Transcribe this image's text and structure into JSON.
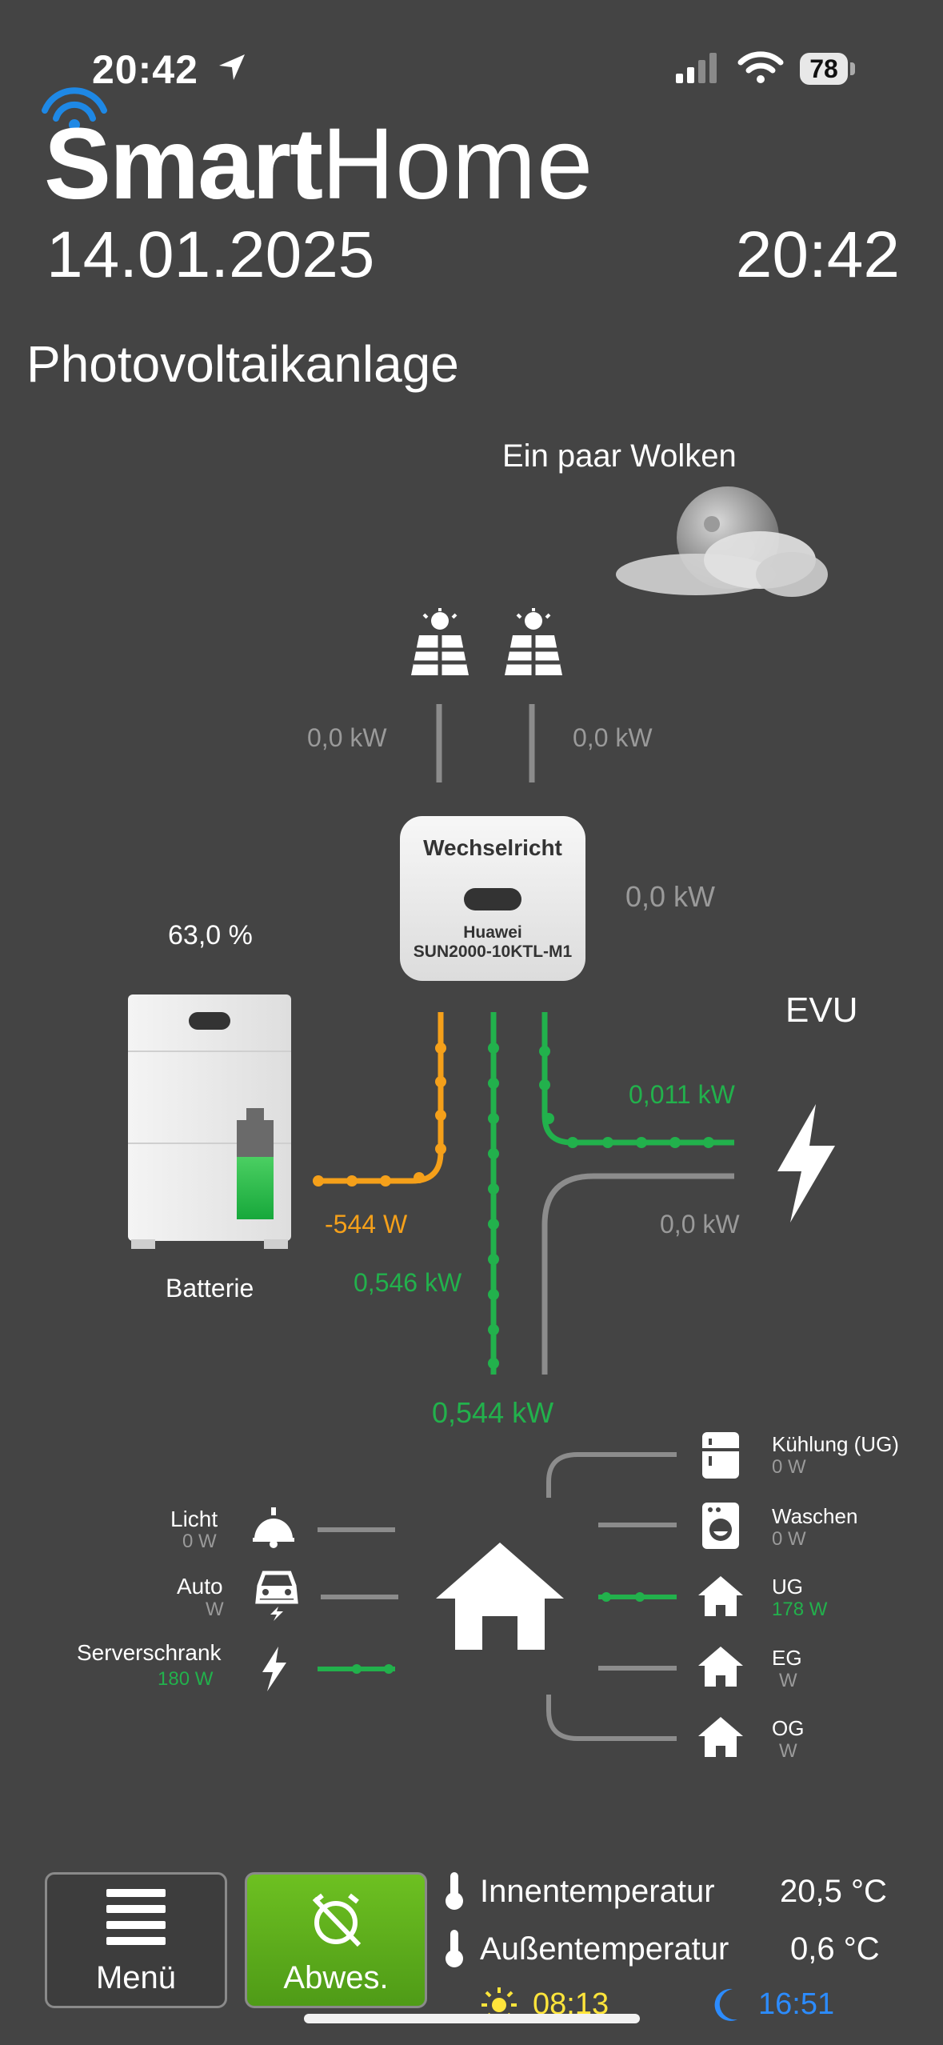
{
  "status_bar": {
    "time": "20:42",
    "battery": "78"
  },
  "logo": {
    "smart": "Smart",
    "home": "Home"
  },
  "header": {
    "date": "14.01.2025",
    "time": "20:42"
  },
  "page_title": "Photovoltaikanlage",
  "weather": {
    "text": "Ein paar Wolken",
    "icon": "moon-cloud-icon"
  },
  "solar": {
    "left_power": "0,0 kW",
    "right_power": "0,0 kW"
  },
  "inverter": {
    "title": "Wechselricht",
    "brand": "Huawei",
    "model": "SUN2000-10KTL-M1",
    "power": "0,0 kW"
  },
  "battery": {
    "soc": "63,0 %",
    "power": "-544 W",
    "label": "Batterie"
  },
  "grid": {
    "label": "EVU",
    "feed_power": "0,011 kW",
    "draw_power": "0,0 kW",
    "inverter_to_house": "0,546 kW"
  },
  "house": {
    "consumption": "0,544 kW"
  },
  "consumers_left": [
    {
      "label": "Licht",
      "value": "0 W",
      "icon": "ceiling-lamp-icon"
    },
    {
      "label": "Auto",
      "value": "W",
      "icon": "electric-car-icon"
    },
    {
      "label": "Serverschrank",
      "value": "180 W",
      "icon": "lightning-icon"
    }
  ],
  "consumers_right": [
    {
      "label": "Kühlung (UG)",
      "value": "0 W",
      "icon": "fridge-icon"
    },
    {
      "label": "Waschen",
      "value": "0 W",
      "icon": "washing-machine-icon"
    },
    {
      "label": "UG",
      "value": "178 W",
      "icon": "house-icon"
    },
    {
      "label": "EG",
      "value": "W",
      "icon": "house-icon"
    },
    {
      "label": "OG",
      "value": "W",
      "icon": "house-icon"
    }
  ],
  "bottom": {
    "menu_label": "Menü",
    "away_label": "Abwes.",
    "indoor_label": "Innentemperatur",
    "indoor_value": "20,5 °C",
    "outdoor_label": "Außentemperatur",
    "outdoor_value": "0,6 °C",
    "sunrise": "08:13",
    "sunset": "16:51"
  },
  "colors": {
    "background": "#444444",
    "green": "#22b14c",
    "orange": "#f5a01a",
    "gray": "#9a9a9a"
  }
}
